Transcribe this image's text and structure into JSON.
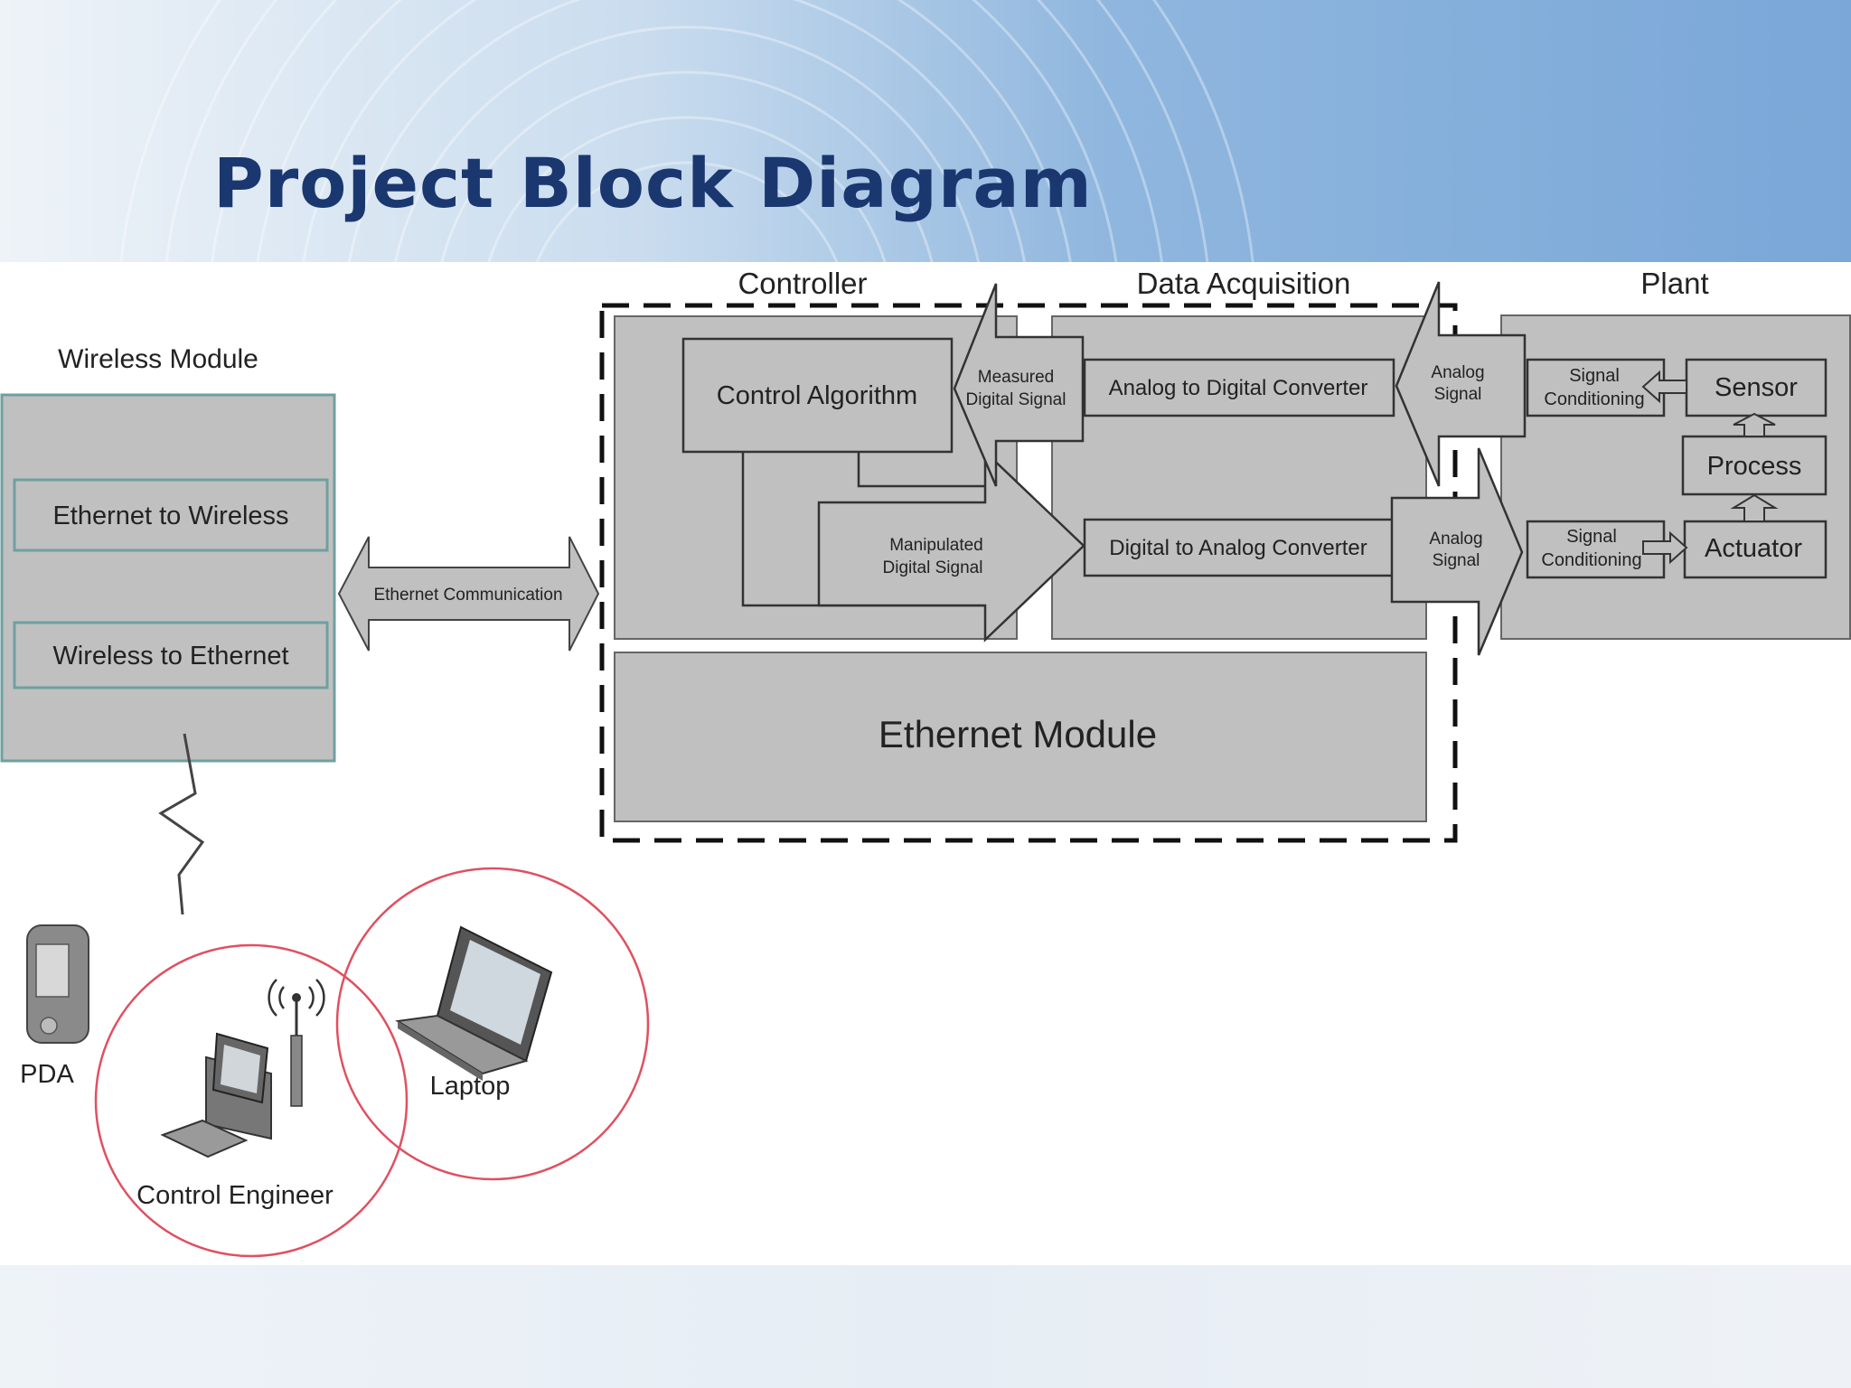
{
  "slide": {
    "title": "Project Block Diagram"
  },
  "wireless_module": {
    "title": "Wireless Module",
    "blocks": [
      "Ethernet to Wireless",
      "Wireless to Ethernet"
    ]
  },
  "ethernet_communication": "Ethernet Communication",
  "sections": {
    "controller": "Controller",
    "data_acquisition": "Data Acquisition",
    "plant": "Plant"
  },
  "controller": {
    "control_algorithm": "Control Algorithm",
    "measured_signal": [
      "Measured",
      "Digital Signal"
    ],
    "manipulated_signal": [
      "Manipulated",
      "Digital Signal"
    ]
  },
  "data_acquisition": {
    "adc": "Analog to Digital Converter",
    "dac": "Digital to Analog Converter",
    "analog_signal": [
      "Analog",
      "Signal"
    ]
  },
  "plant": {
    "signal_conditioning": [
      "Signal",
      "Conditioning"
    ],
    "sensor": "Sensor",
    "process": "Process",
    "actuator": "Actuator"
  },
  "ethernet_module": "Ethernet Module",
  "devices": {
    "pda": "PDA",
    "laptop": "Laptop",
    "control_engineer": "Control Engineer"
  },
  "colors": {
    "title": "#1a3770",
    "block_fill": "#c0c0c0",
    "block_stroke": "#555555",
    "circle": "#e05060"
  }
}
